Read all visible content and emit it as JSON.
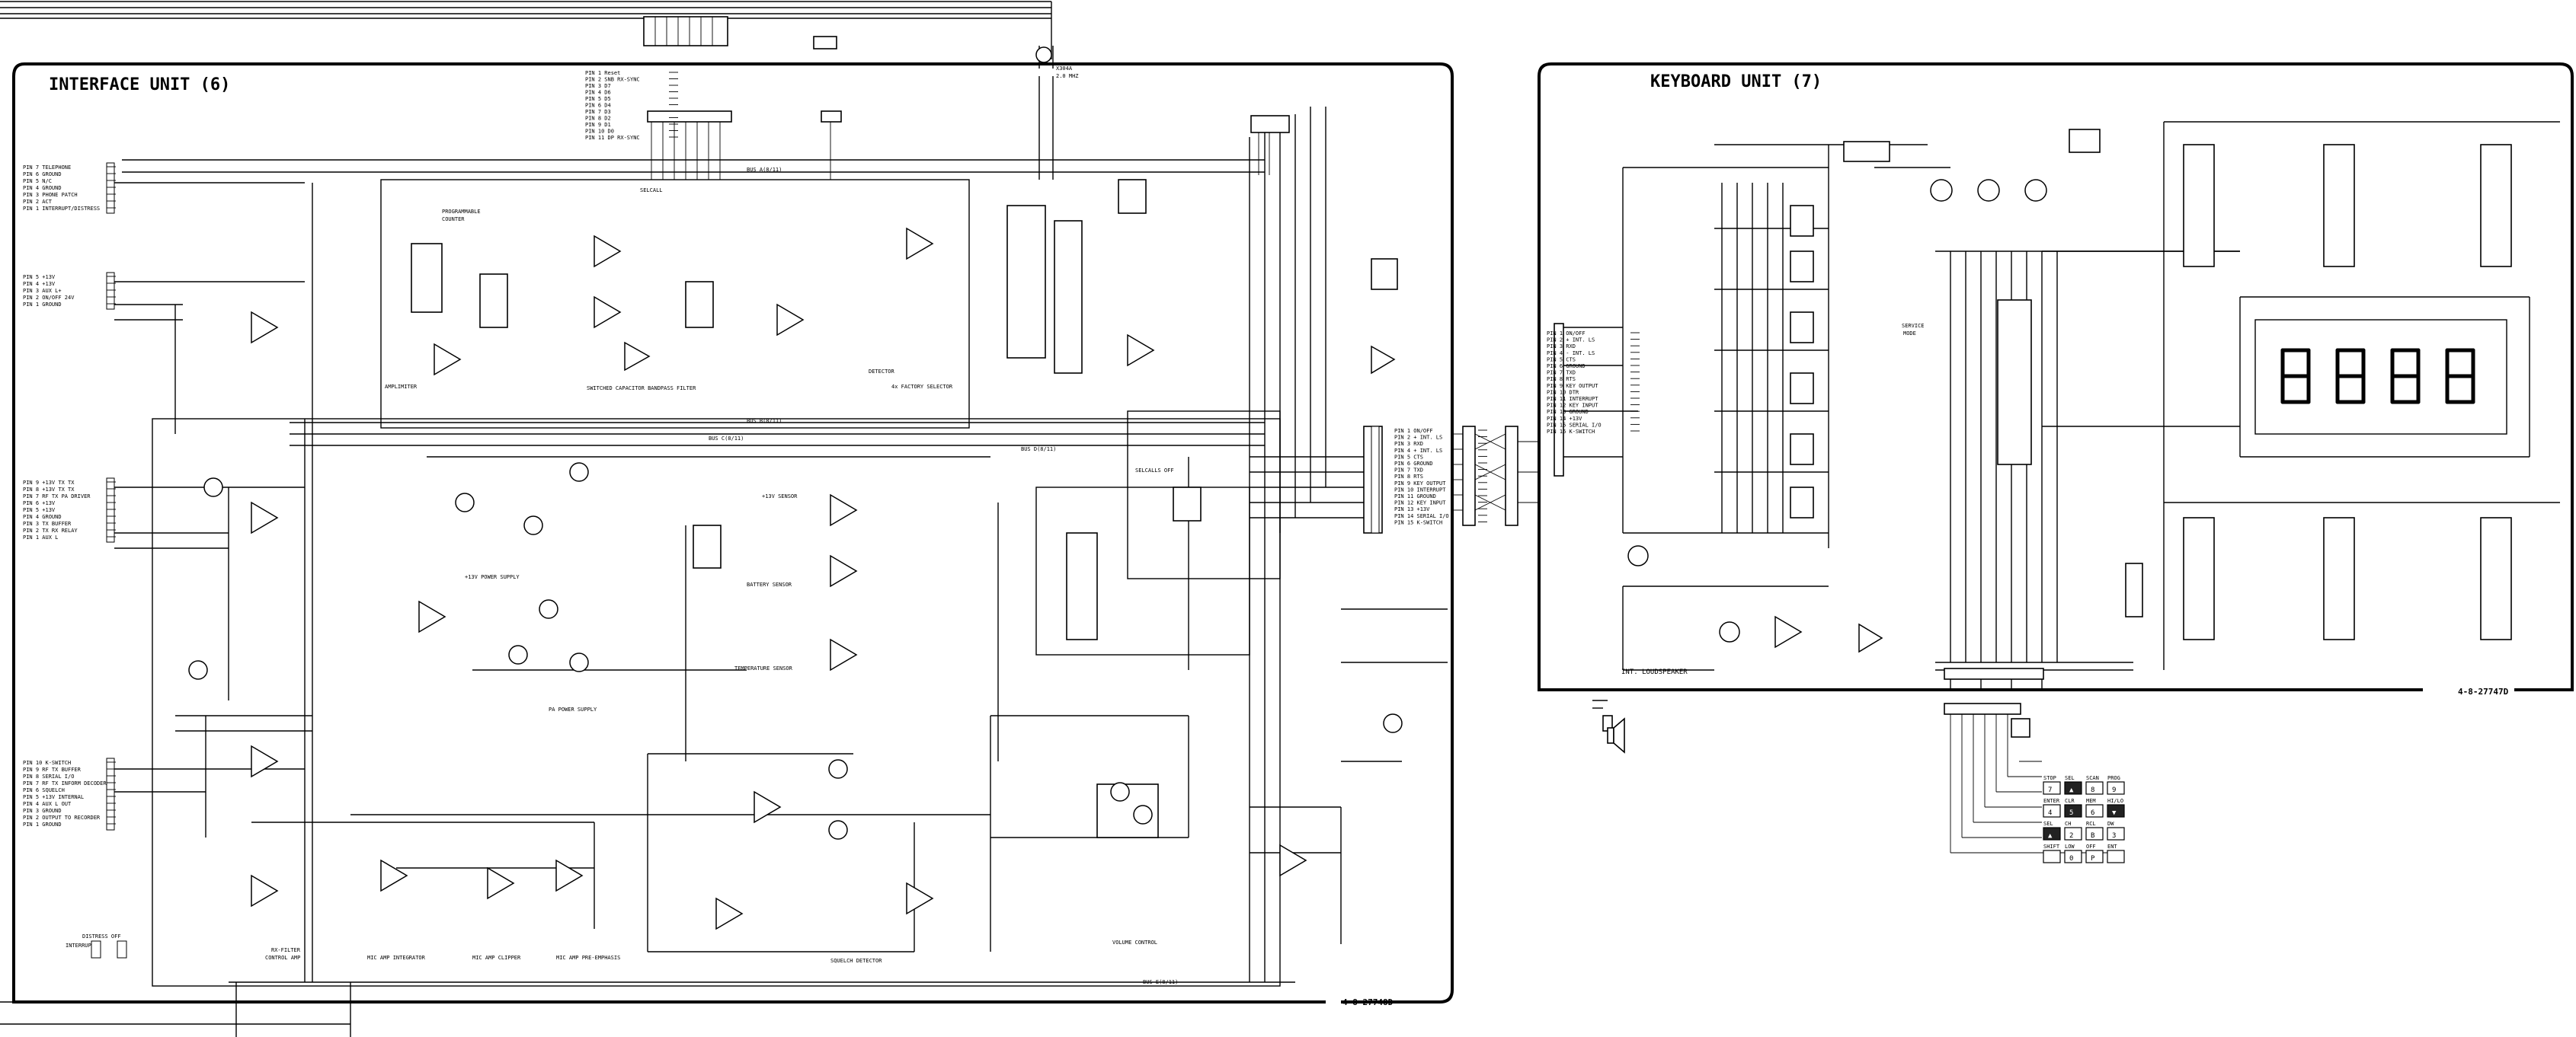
{
  "interface_unit": {
    "title": "INTERFACE UNIT (6)",
    "drawing_number": "4-8-27748D",
    "connector_groups": [
      {
        "pins": [
          "PIN 7 TELEPHONE",
          "PIN 6 GROUND",
          "PIN 5 N/C",
          "PIN 4 GROUND",
          "PIN 3 PHONE PATCH",
          "PIN 2 ACT",
          "PIN 1 INTERRUPT/DISTRESS"
        ]
      },
      {
        "pins": [
          "PIN 5 +13V",
          "PIN 4 +13V",
          "PIN 3 AUX L+",
          "PIN 2 ON/OFF 24V",
          "PIN 1 GROUND"
        ]
      },
      {
        "pins": [
          "PIN 9 +13V TX TX",
          "PIN 8 +13V TX TX",
          "PIN 7 RF TX PA DRIVER",
          "PIN 6 +13V",
          "PIN 5 +13V",
          "PIN 4 GROUND",
          "PIN 3 TX BUFFER",
          "PIN 2 TX RX RELAY",
          "PIN 1 AUX L"
        ]
      },
      {
        "pins": [
          "PIN 10 K-SWITCH",
          "PIN 9 RF TX BUFFER",
          "PIN 8 SERIAL I/O",
          "PIN 7 RF TX INFORM DECODER",
          "PIN 6 SQUELCH",
          "PIN 5 +13V INTERNAL",
          "PIN 4 AUX L OUT",
          "PIN 3 GROUND",
          "PIN 2 OUTPUT TO RECORDER",
          "PIN 1 GROUND"
        ]
      }
    ],
    "mcu_pin_list": [
      "PIN 1 Reset",
      "PIN 2 SNB RX-SYNC",
      "PIN 3 D7",
      "PIN 4 D6",
      "PIN 5 D5",
      "PIN 6 D4",
      "PIN 7 D3",
      "PIN 8 D2",
      "PIN 9 D1",
      "PIN 10 D0",
      "PIN 11 DP RX-SYNC"
    ],
    "crystal_label": [
      "X304A",
      "2.0 MHZ"
    ],
    "switch_label": [
      "DISTRESS OFF",
      "INTERRUPT"
    ],
    "right_connector": [
      "PIN 1 ON/OFF",
      "PIN 2 + INT. LS",
      "PIN 3 RXD",
      "PIN 4 + INT. LS",
      "PIN 5 CTS",
      "PIN 6 GROUND",
      "PIN 7 TXD",
      "PIN 8 RTS",
      "PIN 9 KEY OUTPUT",
      "PIN 10 INTERRUPT",
      "PIN 11 GROUND",
      "PIN 12 KEY INPUT",
      "PIN 13 +13V",
      "PIN 14 SERIAL I/O",
      "PIN 15 K-SWITCH"
    ],
    "bus_labels": [
      "BUS A(8/11)",
      "BUS B(8/11)",
      "BUS C(8/11)",
      "BUS D(8/11)",
      "BUS E(8/11)"
    ],
    "block_labels": {
      "counter": [
        "PROGRAMMABLE",
        "COUNTER"
      ],
      "amplimiter": "AMPLIMITER",
      "filter": "SWITCHED CAPACITOR BANDPASS FILTER",
      "detector": "DETECTOR",
      "freq_selector": "4x FACTORY SELECTOR",
      "sel_call": "SELCALL",
      "power_13v": "+13V POWER SUPPLY",
      "pa_power": "PA POWER SUPPLY",
      "temp_sensor": "TEMPERATURE SENSOR",
      "battery_sensor": "BATTERY SENSOR",
      "v13_sensor": "+13V SENSOR",
      "selcall_out": "SELCALLS OFF",
      "volume": "VOLUME CONTROL",
      "squelch": "SQUELCH DETECTOR",
      "rx_filter": [
        "RX-FILTER",
        "CONTROL AMP"
      ],
      "mic_integrator": "MIC AMP INTEGRATOR",
      "mic_clipper": "MIC AMP CLIPPER",
      "mic_preemph": "MIC AMP PRE-EMPHASIS"
    }
  },
  "keyboard_unit": {
    "title": "KEYBOARD UNIT (7)",
    "drawing_number": "4-8-27747D",
    "connector": [
      "PIN 1 ON/OFF",
      "PIN 2 + INT. LS",
      "PIN 3 RXD",
      "PIN 4 - INT. LS",
      "PIN 5 CTS",
      "PIN 6 GROUND",
      "PIN 7 TXD",
      "PIN 8 RTS",
      "PIN 9 KEY OUTPUT",
      "PIN 10 DTR",
      "PIN 11 INTERRUPT",
      "PIN 12 KEY INPUT",
      "PIN 13 GROUND",
      "PIN 14 +13V",
      "PIN 15 SERIAL I/O",
      "PIN 16 K-SWITCH"
    ],
    "speaker_label": "INT. LOUDSPEAKER",
    "service_label": [
      "SERVICE",
      "MODE"
    ],
    "display_digits": [
      "8",
      "8",
      "8",
      "8"
    ],
    "keypad": [
      {
        "top": "STOP",
        "main": "7",
        "dark": false
      },
      {
        "top": "SEL",
        "main": "▲",
        "dark": true
      },
      {
        "top": "SCAN",
        "main": "8",
        "dark": false
      },
      {
        "top": "PROG",
        "main": "9",
        "dark": false
      },
      {
        "top": "ENTER",
        "main": "4",
        "dark": false
      },
      {
        "top": "CLR",
        "main": "5",
        "dark": true
      },
      {
        "top": "MEM",
        "main": "6",
        "dark": false
      },
      {
        "top": "HI/LO",
        "main": "▼",
        "dark": true
      },
      {
        "top": "SEL",
        "main": "▲",
        "dark": true
      },
      {
        "top": "CH",
        "main": "2",
        "dark": false
      },
      {
        "top": "RCL",
        "main": "B",
        "dark": false
      },
      {
        "top": "DW",
        "main": "3",
        "dark": false
      },
      {
        "top": "SHIFT",
        "main": "",
        "dark": false
      },
      {
        "top": "LOW",
        "main": "0",
        "dark": false
      },
      {
        "top": "OFF",
        "main": "P",
        "dark": false
      },
      {
        "top": "ENT",
        "main": "",
        "dark": false
      }
    ]
  }
}
